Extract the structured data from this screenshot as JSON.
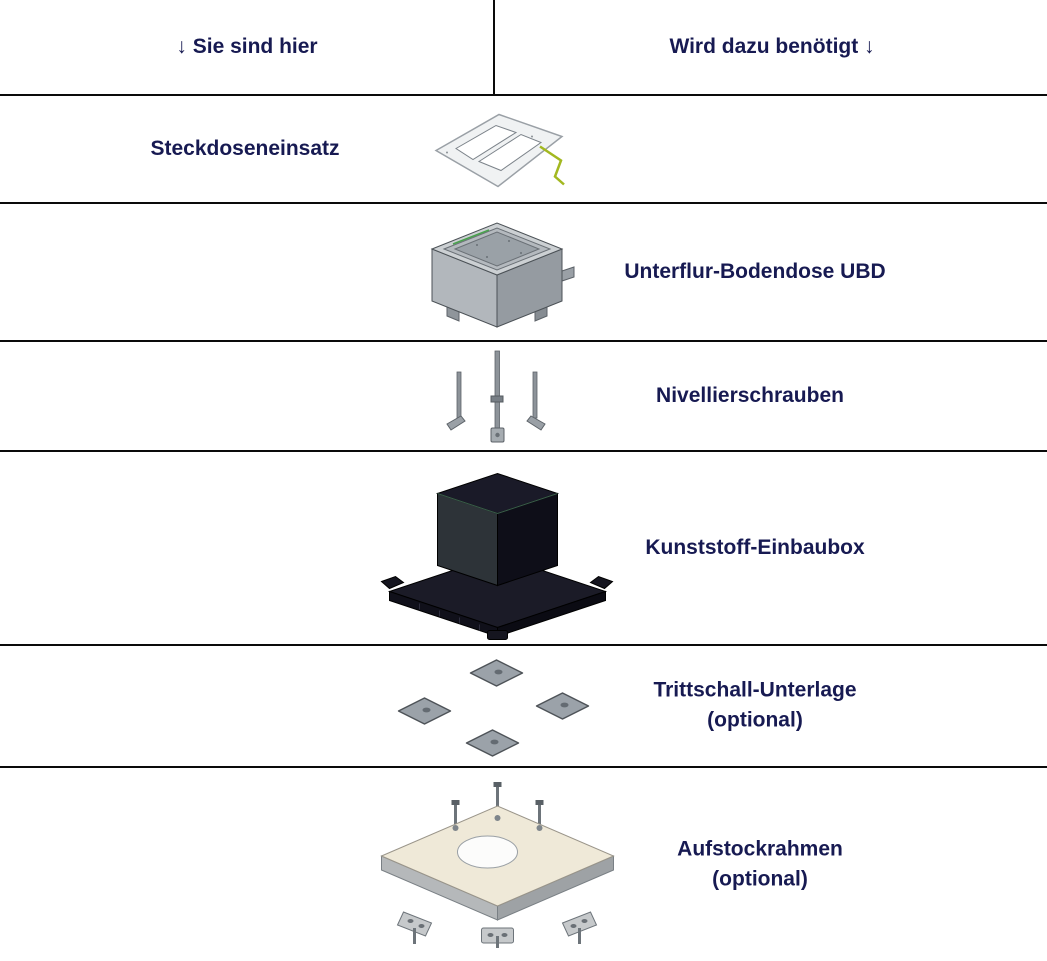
{
  "header": {
    "left_label": "↓ Sie sind hier",
    "right_label": "Wird dazu benötigt ↓"
  },
  "rows": [
    {
      "label": "Steckdoseneinsatz",
      "sublabel": "",
      "icon": "socket-insert-illustration",
      "label_side": "left"
    },
    {
      "label": "Unterflur-Bodendose UBD",
      "sublabel": "",
      "icon": "underfloor-box-illustration",
      "label_side": "right"
    },
    {
      "label": "Nivellierschrauben",
      "sublabel": "",
      "icon": "leveling-screws-illustration",
      "label_side": "right"
    },
    {
      "label": "Kunststoff-Einbaubox",
      "sublabel": "",
      "icon": "plastic-mounting-box-illustration",
      "label_side": "right"
    },
    {
      "label": "Trittschall-Unterlage",
      "sublabel": "(optional)",
      "icon": "impact-sound-pads-illustration",
      "label_side": "right"
    },
    {
      "label": "Aufstockrahmen",
      "sublabel": "(optional)",
      "icon": "raising-frame-illustration",
      "label_side": "right"
    }
  ],
  "colors": {
    "text": "#171a52",
    "line": "#0a0a0a",
    "background": "#ffffff",
    "wire_green": "#a3b820",
    "metal_grey": "#9aa0a6",
    "dark_box": "#1a1a28",
    "frame_beige": "#efe9d8"
  }
}
